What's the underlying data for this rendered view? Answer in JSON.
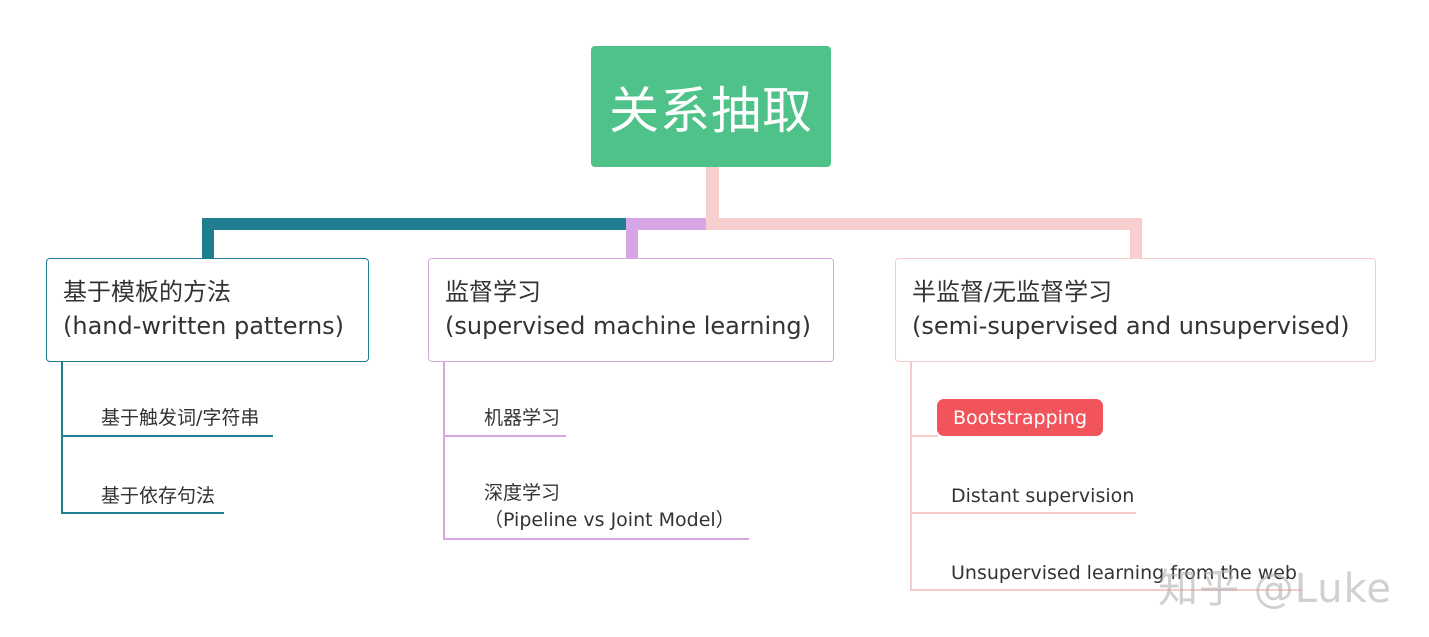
{
  "root": {
    "title": "关系抽取",
    "color": "#4fc28a"
  },
  "branches": [
    {
      "title": "基于模板的方法",
      "subtitle": "(hand-written patterns)",
      "color": "#1f7f91",
      "items": [
        "基于触发词/字符串",
        "基于依存句法"
      ]
    },
    {
      "title": "监督学习",
      "subtitle": "(supervised machine learning)",
      "color": "#d9a6e3",
      "items": [
        "机器学习",
        "深度学习",
        "（Pipeline vs Joint Model）"
      ]
    },
    {
      "title": "半监督/无监督学习",
      "subtitle": "(semi-supervised and unsupervised)",
      "color": "#f6caca",
      "items": [
        "Bootstrapping",
        "Distant supervision",
        "Unsupervised learning from the web"
      ],
      "highlight_color": "#f2545b"
    }
  ],
  "watermark": "知乎 @Luke"
}
